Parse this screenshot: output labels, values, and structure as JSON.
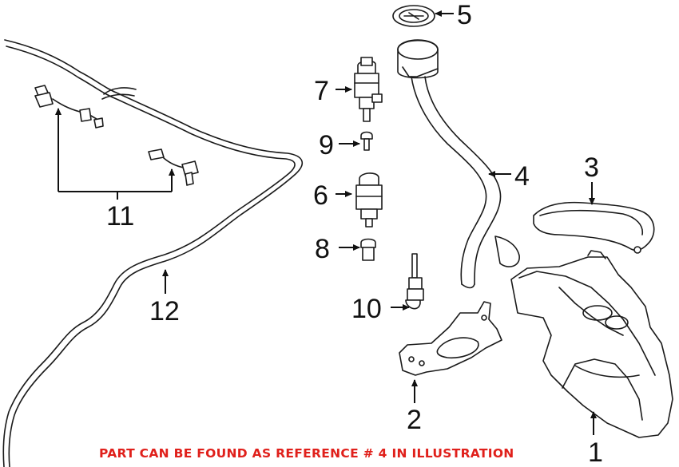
{
  "diagram": {
    "callouts": [
      {
        "id": "1",
        "label": "1"
      },
      {
        "id": "2",
        "label": "2"
      },
      {
        "id": "3",
        "label": "3"
      },
      {
        "id": "4",
        "label": "4"
      },
      {
        "id": "5",
        "label": "5"
      },
      {
        "id": "6",
        "label": "6"
      },
      {
        "id": "7",
        "label": "7"
      },
      {
        "id": "8",
        "label": "8"
      },
      {
        "id": "9",
        "label": "9"
      },
      {
        "id": "10",
        "label": "10"
      },
      {
        "id": "11",
        "label": "11"
      },
      {
        "id": "12",
        "label": "12"
      }
    ],
    "note": "PART CAN BE FOUND AS REFERENCE # 4 IN ILLUSTRATION",
    "note_color": "#e0201b",
    "line_color": "#1a1a1a"
  }
}
